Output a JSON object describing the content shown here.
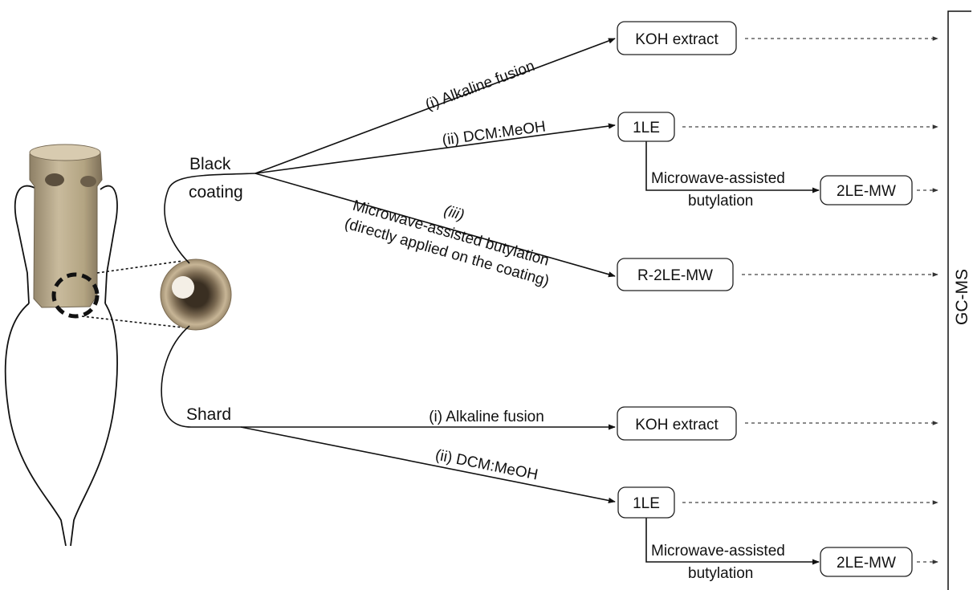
{
  "sources": {
    "coating": [
      "Black",
      "coating"
    ],
    "shard": "Shard"
  },
  "routes": {
    "alkaline": "(i) Alkaline fusion",
    "solvent": "(ii) DCM:MeOH",
    "direct_num": "(iii)",
    "direct_line1": "Microwave-assisted butylation",
    "direct_line2": "(directly applied on the coating)",
    "butylation_line1": "Microwave-assisted",
    "butylation_line2": "butylation"
  },
  "products": {
    "koh": "KOH extract",
    "le": "1LE",
    "le_mw": "2LE-MW",
    "r_le_mw": "R-2LE-MW"
  },
  "analysis": "GC-MS"
}
